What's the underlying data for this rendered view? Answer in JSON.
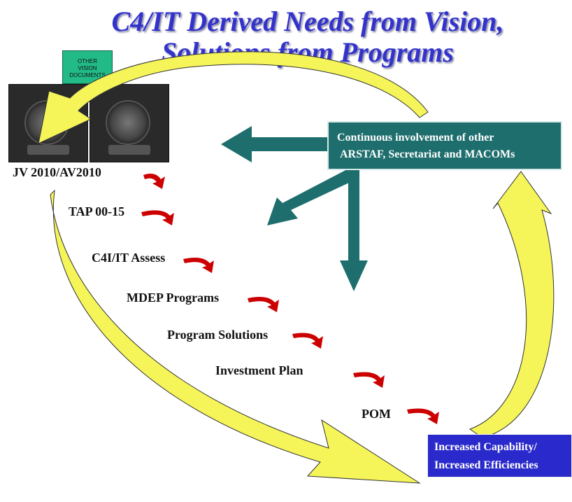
{
  "title": {
    "line1": "C4/IT Derived Needs from Vision,",
    "line2": "Solutions from Programs"
  },
  "other_vision_documents": {
    "lines": [
      "OTHER",
      "VISION",
      "DOCUMENTS"
    ]
  },
  "vision_images": [
    {
      "name": "jv-2010-cover"
    },
    {
      "name": "av-2010-cover"
    }
  ],
  "steps": [
    {
      "id": "jv",
      "label": "JV 2010/AV2010"
    },
    {
      "id": "tap",
      "label": "TAP 00-15"
    },
    {
      "id": "c4i",
      "label": "C4I/IT Assess"
    },
    {
      "id": "mdep",
      "label": "MDEP Programs"
    },
    {
      "id": "progsol",
      "label": "Program Solutions"
    },
    {
      "id": "invest",
      "label": "Investment Plan"
    },
    {
      "id": "pom",
      "label": "POM"
    }
  ],
  "continuous_box": {
    "line1": "Continuous involvement of other",
    "line2": "ARSTAF, Secretariat and MACOMs"
  },
  "result_box": {
    "line1": "Increased Capability/",
    "line2": "Increased Efficiencies"
  },
  "colors": {
    "title": "#3333cc",
    "curve_fill": "#f5f55a",
    "small_arrow": "#cc0000",
    "teal_arrow": "#1f6e6e",
    "result_box": "#2a2acc",
    "docs_box": "#22bb88"
  }
}
